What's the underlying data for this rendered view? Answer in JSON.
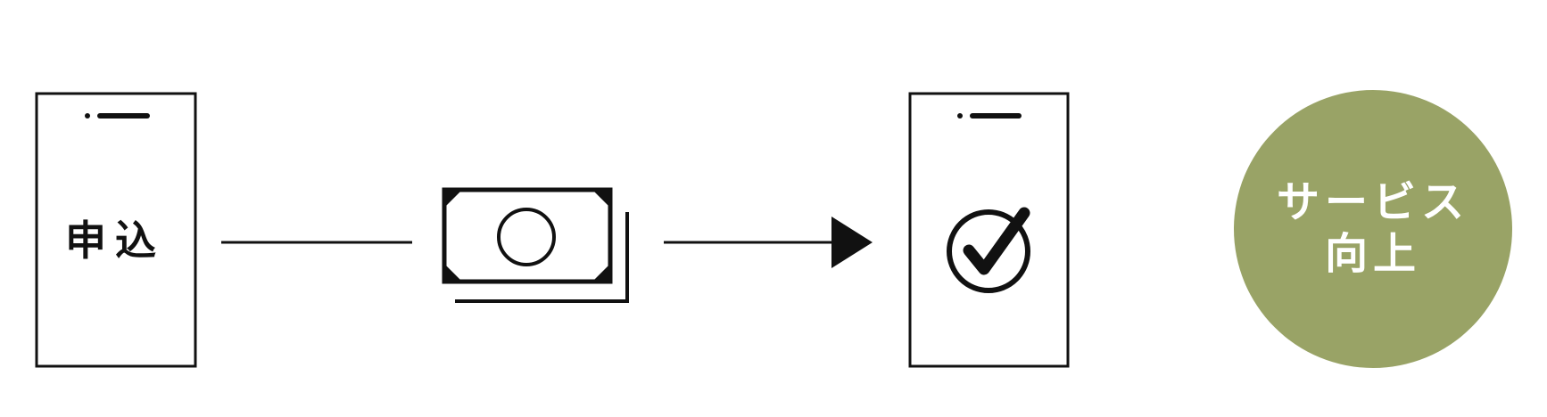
{
  "steps": [
    {
      "kind": "phone",
      "label": "申込",
      "icon": "smartphone-icon"
    },
    {
      "kind": "money",
      "label": "",
      "icon": "banknote-icon"
    },
    {
      "kind": "phone",
      "label": "",
      "icon": "checkmark-circle-icon"
    }
  ],
  "result_badge": {
    "line1": "サービス",
    "line2": "向上",
    "color": "#99a366"
  },
  "colors": {
    "stroke": "#111111",
    "background": "#ffffff"
  }
}
